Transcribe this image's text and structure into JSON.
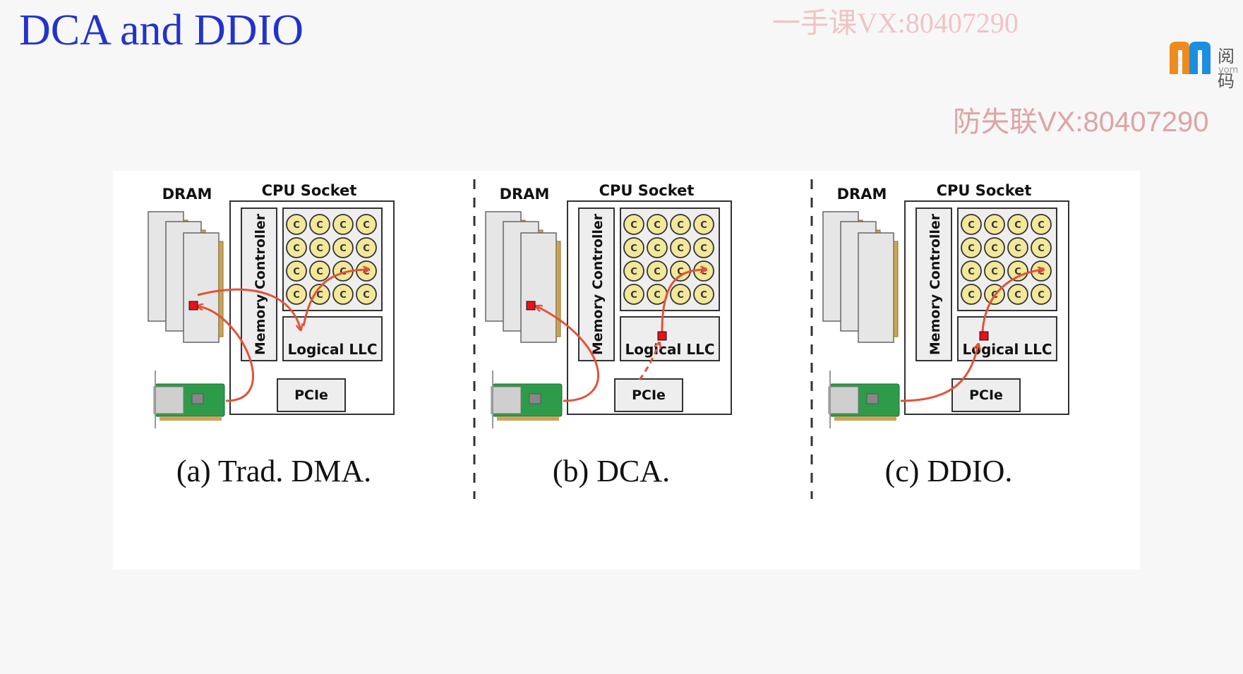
{
  "slide": {
    "title": "DCA and DDIO"
  },
  "watermarks": {
    "top": "一手课VX:80407290",
    "middle": "防失联VX:80407290"
  },
  "logo": {
    "icon": "m-logo-icon",
    "text": "阅码",
    "sub": "yom"
  },
  "colors": {
    "title": "#2233cc",
    "arrow": "#e0533a",
    "core": "#f3e79a",
    "packet": "#e8111a"
  },
  "diagram": {
    "panels": [
      {
        "id": "a",
        "caption": "(a) Trad. DMA.",
        "dram_label": "DRAM",
        "socket_label": "CPU Socket",
        "mc_label": "Memory Controller",
        "llc_label": "Logical LLC",
        "pcie_label": "PCIe",
        "core_glyph": "C"
      },
      {
        "id": "b",
        "caption": "(b) DCA.",
        "dram_label": "DRAM",
        "socket_label": "CPU Socket",
        "mc_label": "Memory Controller",
        "llc_label": "Logical LLC",
        "pcie_label": "PCIe",
        "core_glyph": "C"
      },
      {
        "id": "c",
        "caption": "(c) DDIO.",
        "dram_label": "DRAM",
        "socket_label": "CPU Socket",
        "mc_label": "Memory Controller",
        "llc_label": "Logical LLC",
        "pcie_label": "PCIe",
        "core_glyph": "C"
      }
    ]
  }
}
